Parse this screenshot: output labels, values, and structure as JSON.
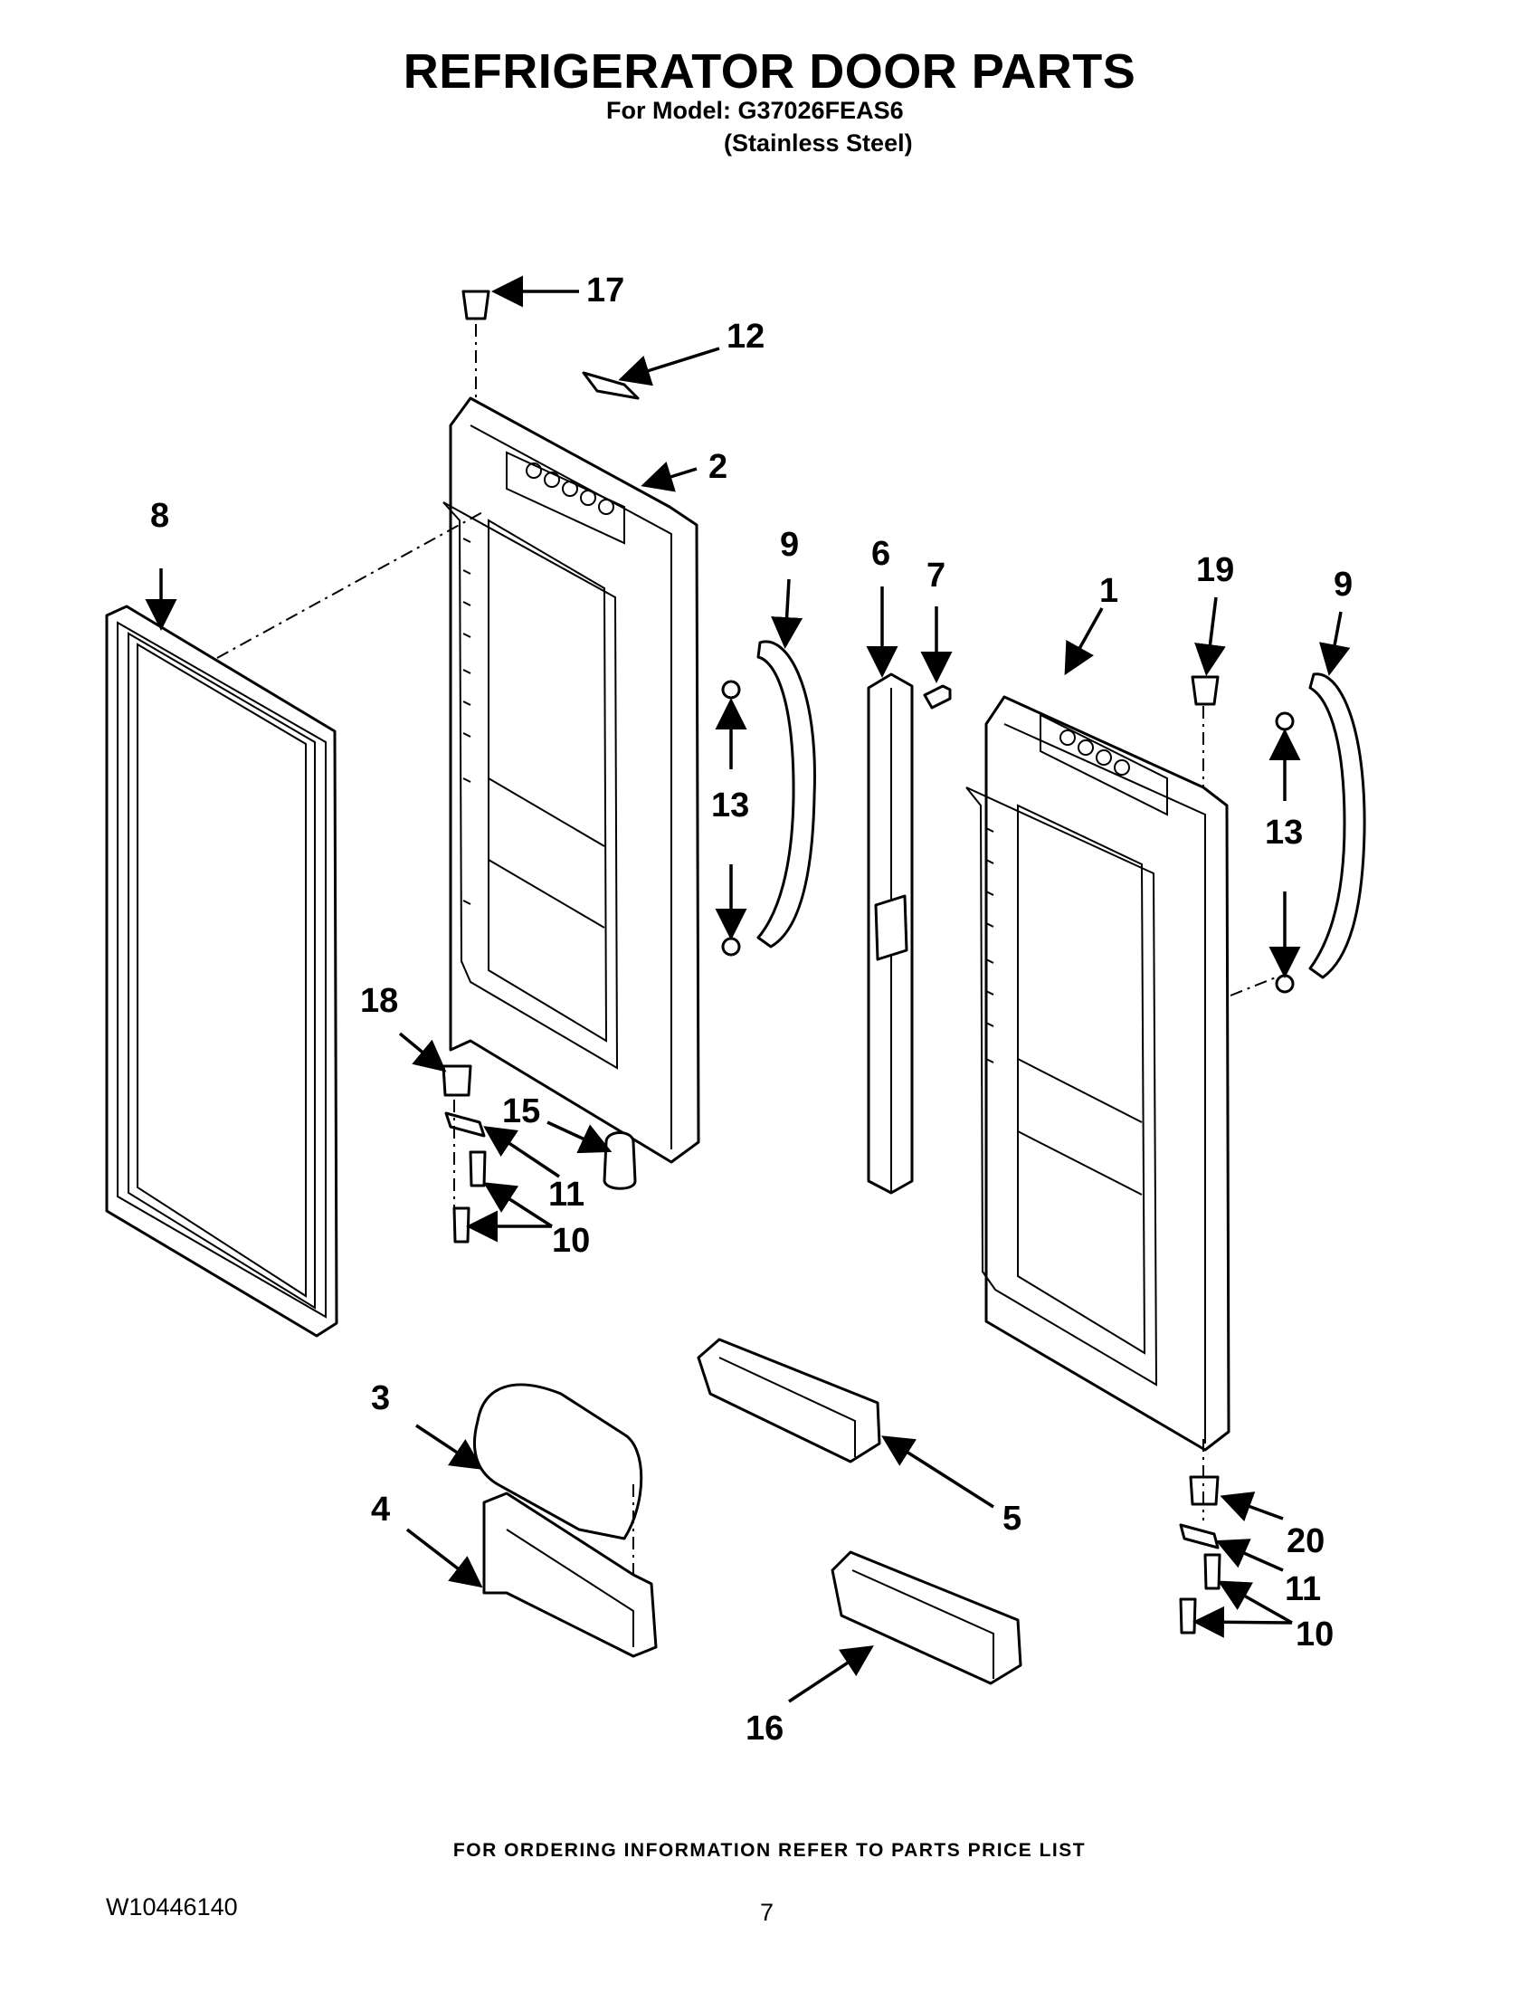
{
  "header": {
    "title": "REFRIGERATOR DOOR PARTS",
    "model_line": "For Model: G37026FEAS6",
    "finish_line": "(Stainless Steel)"
  },
  "callouts": {
    "c1": "1",
    "c2": "2",
    "c3": "3",
    "c4": "4",
    "c5": "5",
    "c6": "6",
    "c7": "7",
    "c8": "8",
    "c9a": "9",
    "c9b": "9",
    "c10a": "10",
    "c10b": "10",
    "c11a": "11",
    "c11b": "11",
    "c12": "12",
    "c13a": "13",
    "c13b": "13",
    "c15": "15",
    "c16": "16",
    "c17": "17",
    "c18": "18",
    "c19": "19",
    "c20": "20"
  },
  "footer": {
    "ordering_note": "FOR ORDERING INFORMATION REFER TO PARTS PRICE LIST",
    "document_id": "W10446140",
    "page_number": "7"
  }
}
